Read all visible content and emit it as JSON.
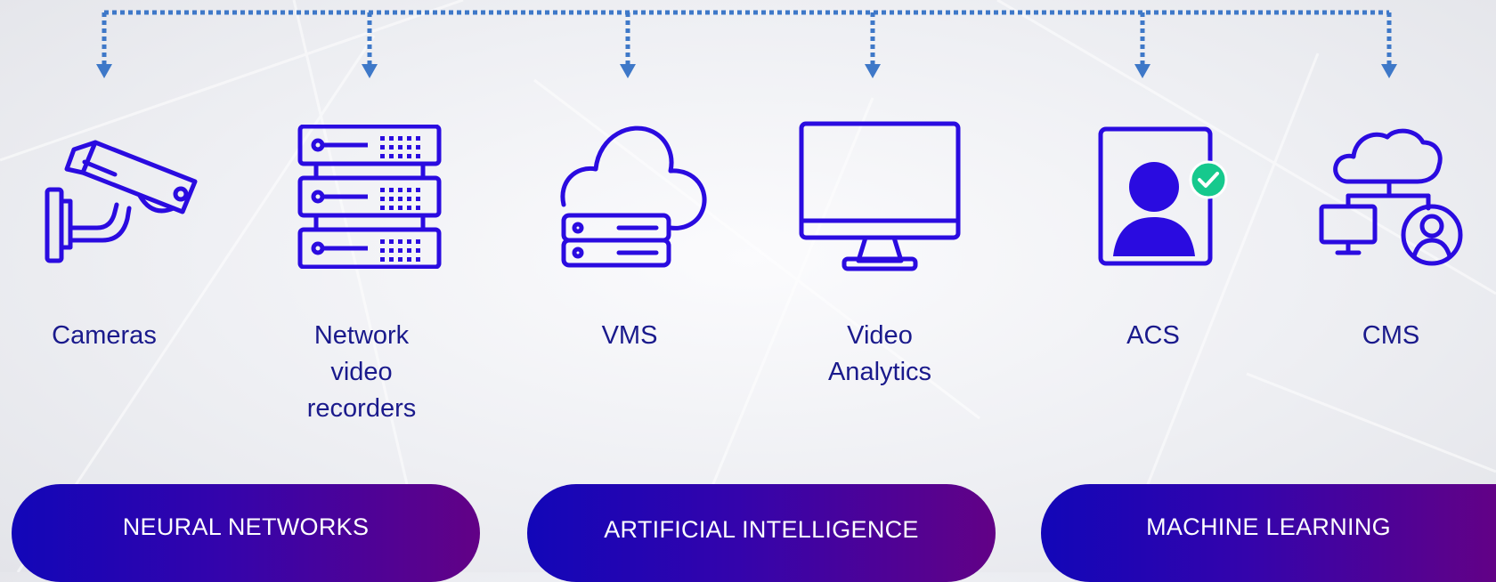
{
  "items": [
    {
      "label": "Cameras",
      "icon": "security-camera-icon"
    },
    {
      "label": "Network\nvideo\nrecorders",
      "icon": "server-rack-icon"
    },
    {
      "label": "VMS",
      "icon": "cloud-server-icon"
    },
    {
      "label": "Video\nAnalytics",
      "icon": "monitor-icon"
    },
    {
      "label": "ACS",
      "icon": "verified-id-card-icon"
    },
    {
      "label": "CMS",
      "icon": "cloud-network-user-icon"
    }
  ],
  "pills": [
    {
      "label": "NEURAL NETWORKS"
    },
    {
      "label": "ARTIFICIAL INTELLIGENCE"
    },
    {
      "label": "MACHINE LEARNING"
    }
  ],
  "colors": {
    "icon_stroke": "#2a0be0",
    "connector": "#3e78c8",
    "label_text": "#1a1a8c",
    "check_badge": "#16c98d",
    "pill_gradient_start": "#1206b8",
    "pill_gradient_end": "#620186"
  }
}
